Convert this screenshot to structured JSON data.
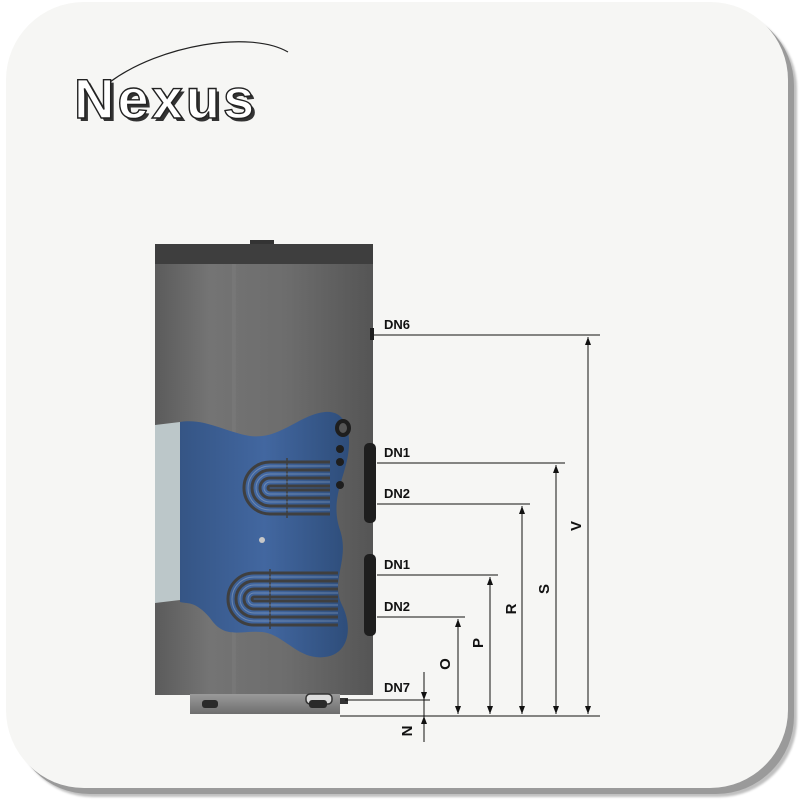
{
  "brand": {
    "logo_text": "Nexus"
  },
  "diagram": {
    "connections": [
      {
        "id": "dn6",
        "label": "DN6"
      },
      {
        "id": "dn1_upper",
        "label": "DN1"
      },
      {
        "id": "dn2_upper",
        "label": "DN2"
      },
      {
        "id": "dn1_lower",
        "label": "DN1"
      },
      {
        "id": "dn2_lower",
        "label": "DN2"
      },
      {
        "id": "dn7",
        "label": "DN7"
      }
    ],
    "dimensions": [
      {
        "id": "n",
        "label": "N"
      },
      {
        "id": "o",
        "label": "O"
      },
      {
        "id": "p",
        "label": "P"
      },
      {
        "id": "r",
        "label": "R"
      },
      {
        "id": "s",
        "label": "S"
      },
      {
        "id": "v",
        "label": "V"
      }
    ],
    "colors": {
      "tank_body": "#6b6b6b",
      "tank_top_band": "#3e3e3e",
      "interior_water": "#3d5f92",
      "coil": "#4a4a4a",
      "dimension_line": "#111111"
    }
  }
}
